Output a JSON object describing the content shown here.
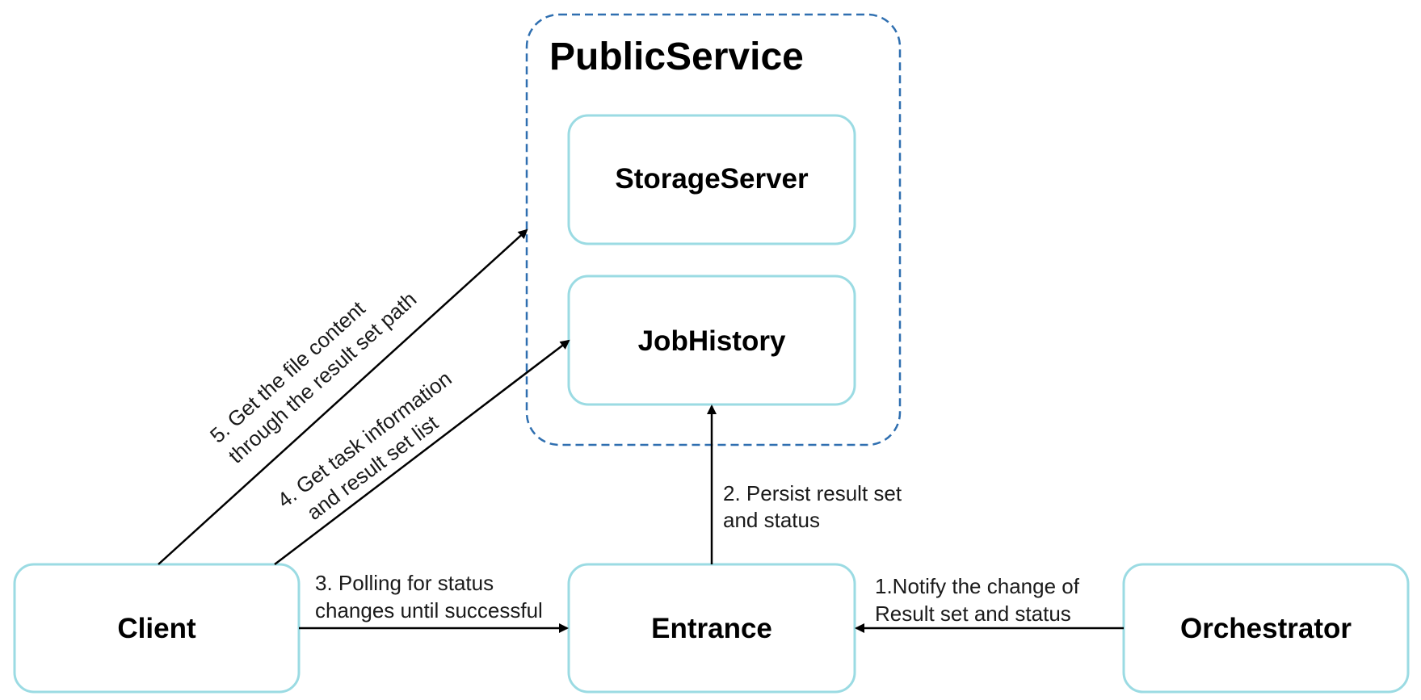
{
  "container": {
    "title": "PublicService",
    "border_color": "#2f6fb0"
  },
  "nodes": {
    "storage_server": "StorageServer",
    "job_history": "JobHistory",
    "client": "Client",
    "entrance": "Entrance",
    "orchestrator": "Orchestrator"
  },
  "node_border_color": "#9bdbe3",
  "edges": {
    "notify": {
      "line1": "1.Notify the change of",
      "line2": "Result set and status"
    },
    "persist": {
      "line1": "2. Persist result set",
      "line2": "and status"
    },
    "polling": {
      "line1": "3. Polling for status",
      "line2": "changes until successful"
    },
    "get_task": {
      "line1": "4. Get task information",
      "line2": "and result set list"
    },
    "get_file": {
      "line1": "5. Get the file content",
      "line2": "through the result set path"
    }
  }
}
